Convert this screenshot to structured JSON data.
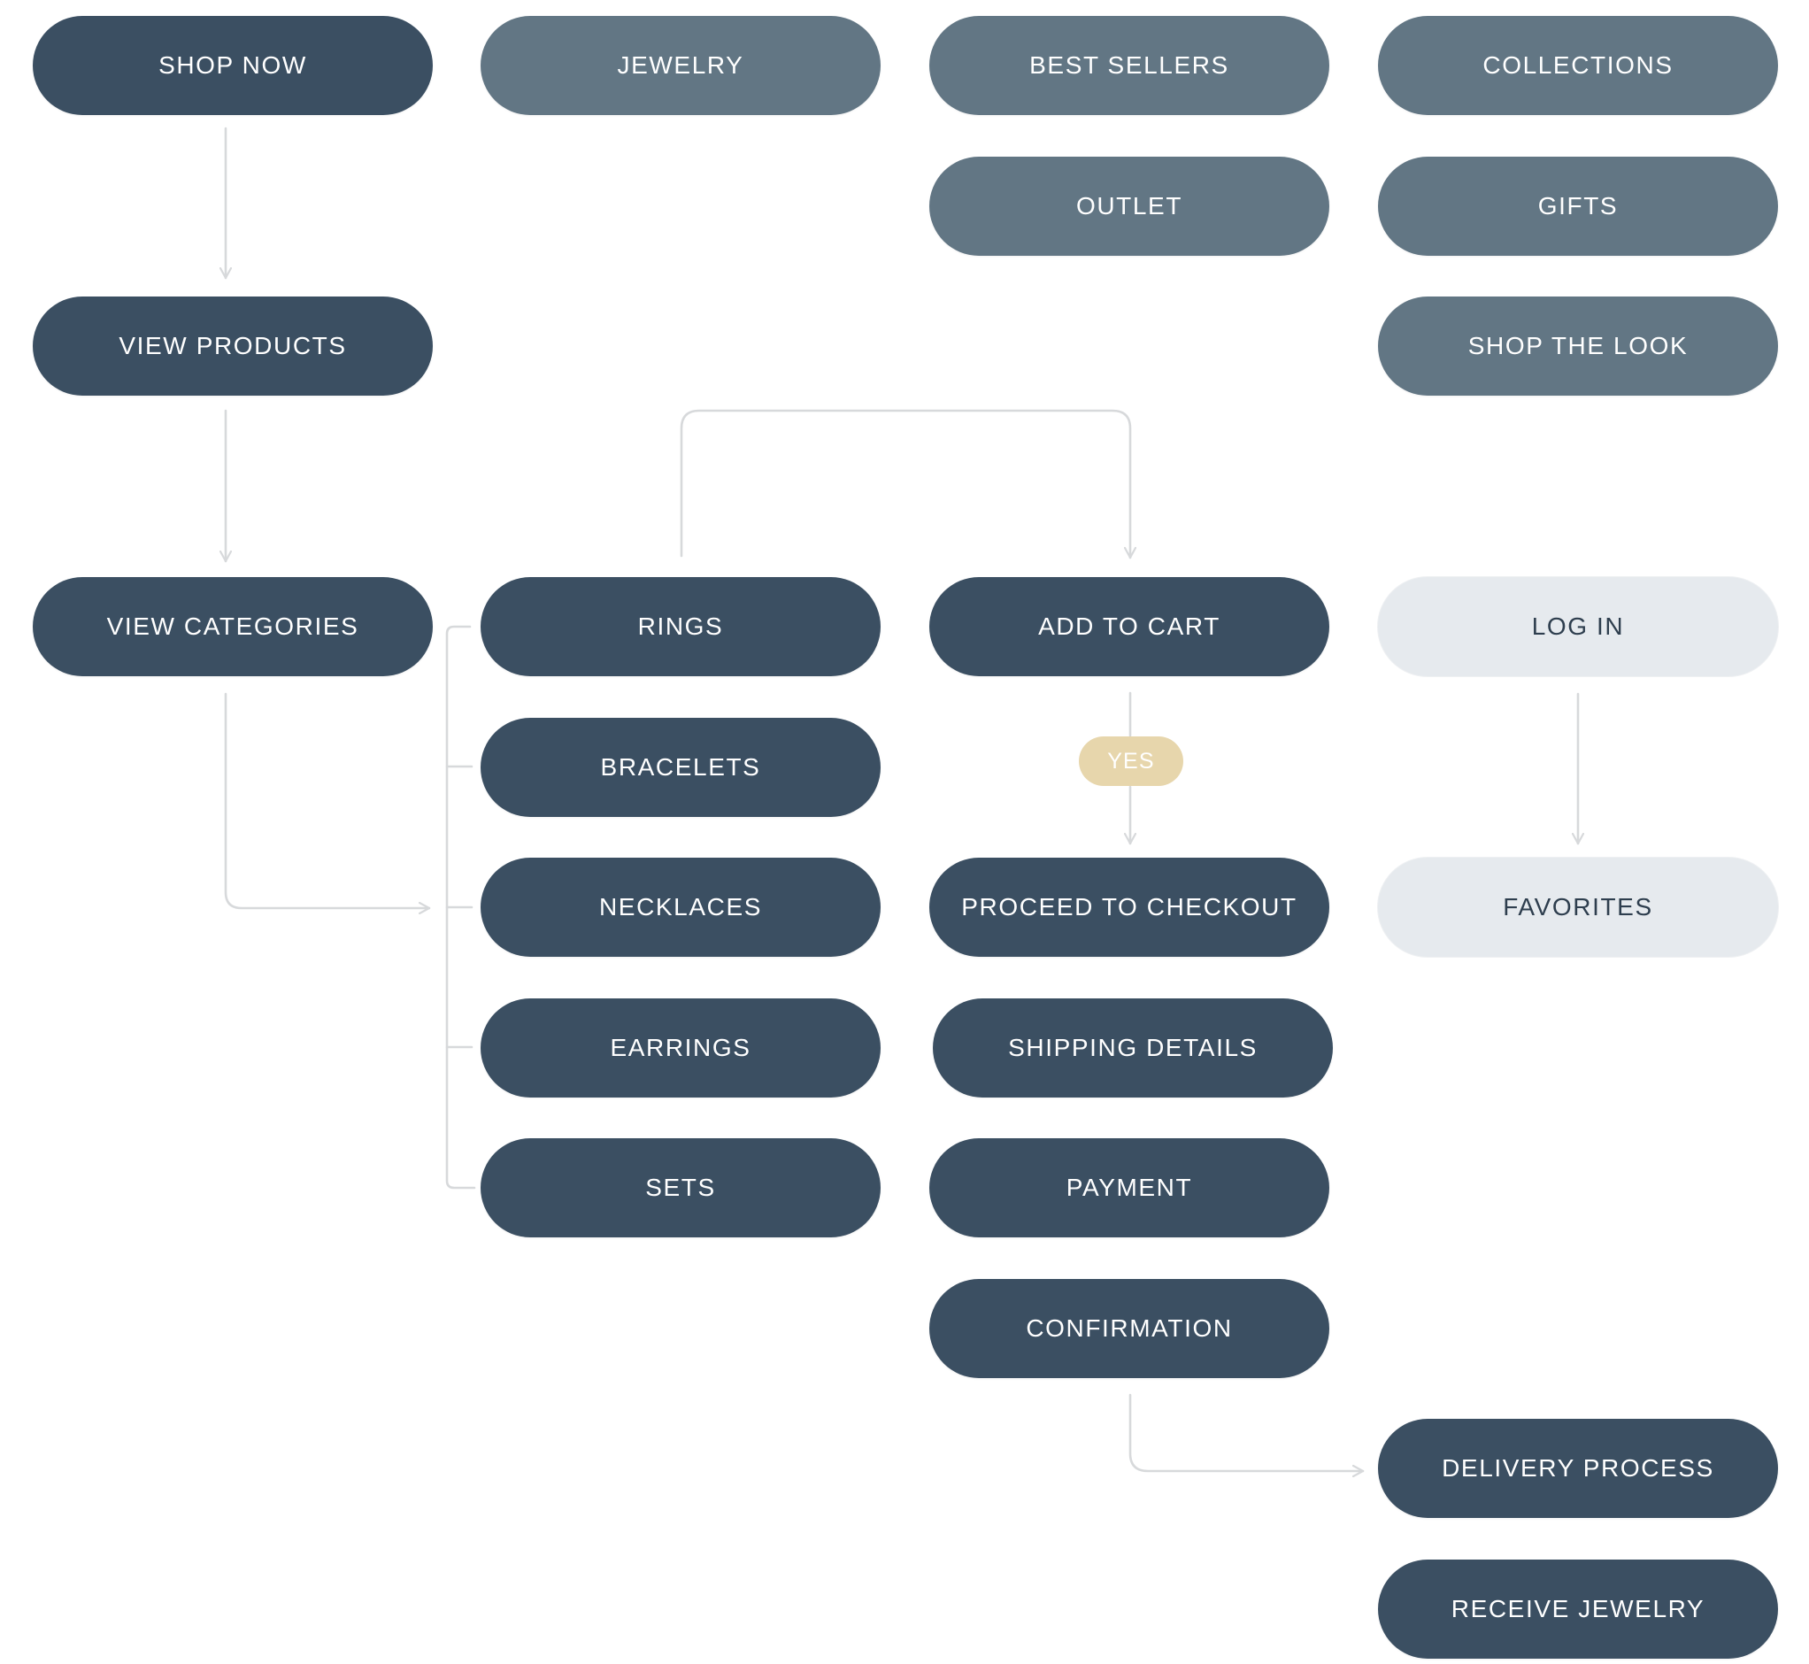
{
  "nodes": {
    "shop_now": "SHOP NOW",
    "jewelry": "JEWELRY",
    "best_sellers": "BEST SELLERS",
    "collections": "COLLECTIONS",
    "outlet": "OUTLET",
    "gifts": "GIFTS",
    "view_products": "VIEW PRODUCTS",
    "shop_the_look": "SHOP THE LOOK",
    "view_categories": "VIEW CATEGORIES",
    "rings": "RINGS",
    "add_to_cart": "ADD TO CART",
    "log_in": "LOG IN",
    "bracelets": "BRACELETS",
    "necklaces": "NECKLACES",
    "proceed_to_checkout": "PROCEED TO CHECKOUT",
    "favorites": "FAVORITES",
    "earrings": "EARRINGS",
    "shipping_details": "SHIPPING DETAILS",
    "sets": "SETS",
    "payment": "PAYMENT",
    "confirmation": "CONFIRMATION",
    "delivery_process": "DELIVERY PROCESS",
    "receive_jewelry": "RECEIVE JEWELRY"
  },
  "edge_labels": {
    "yes": "YES"
  },
  "colors": {
    "primary": "#3b4f62",
    "secondary": "#627684",
    "light": "#e6eaee",
    "badge": "#e7d6ac",
    "connector": "#d7d9db"
  }
}
